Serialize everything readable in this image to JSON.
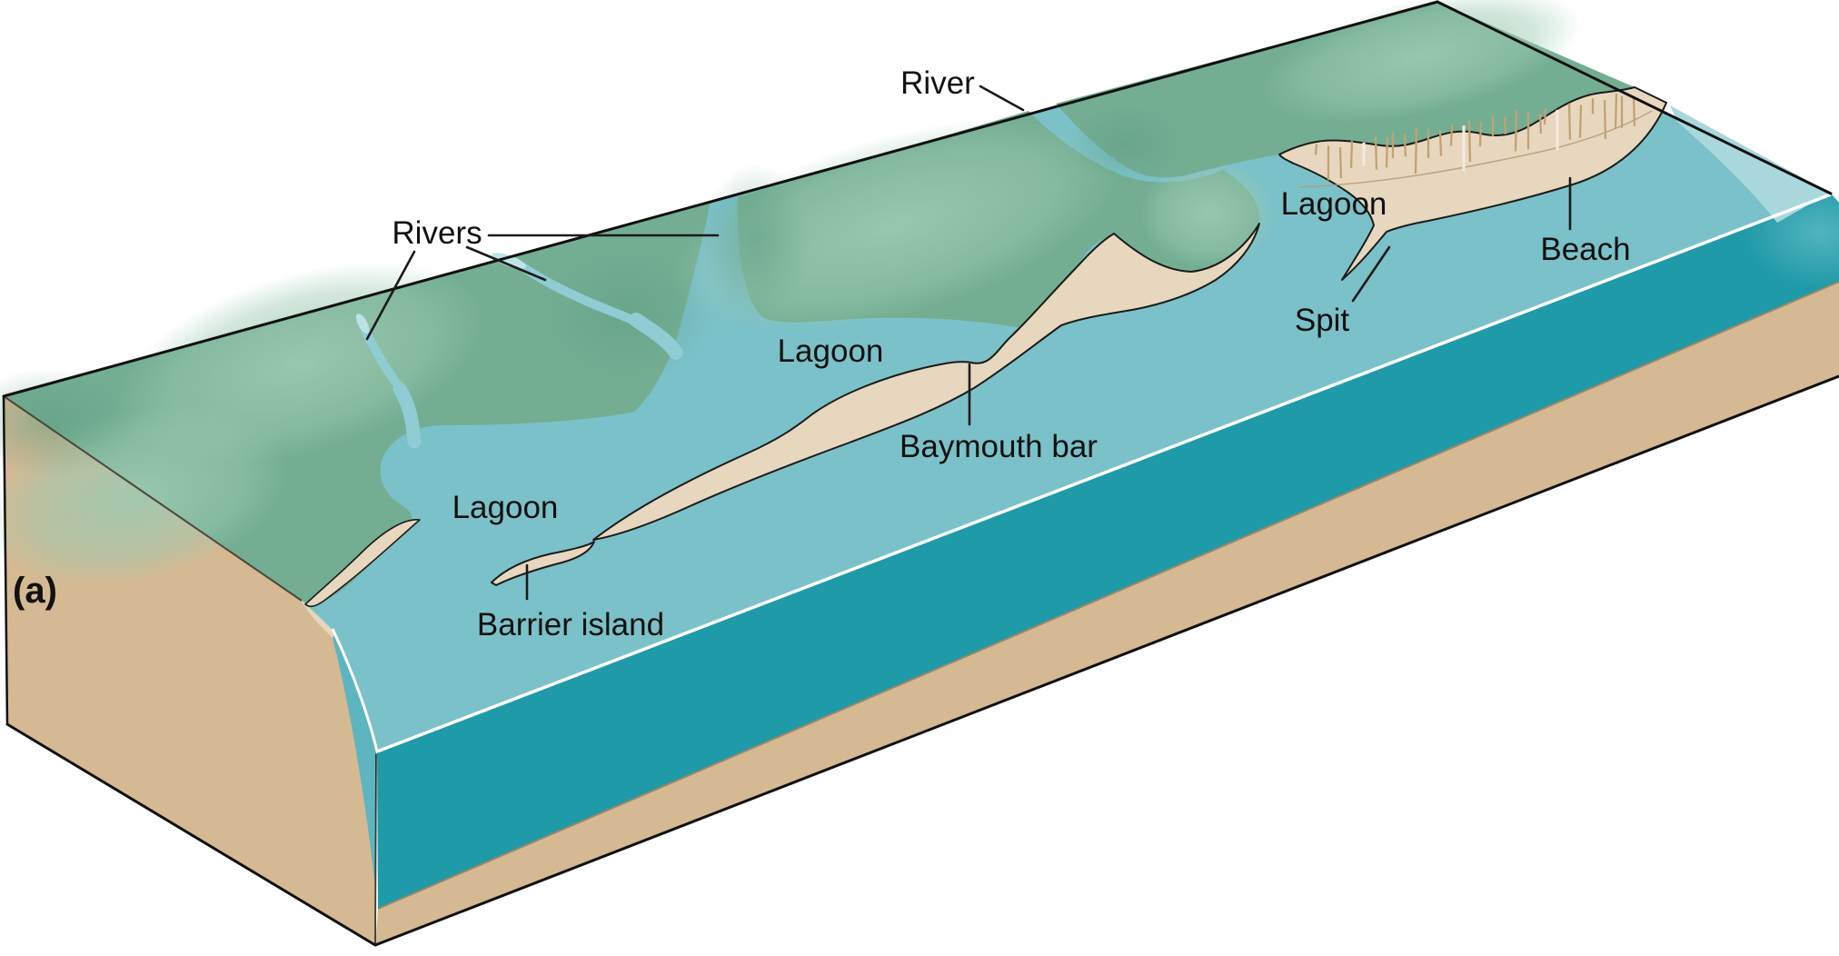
{
  "figure": {
    "panel_label": "(a)",
    "kind": "coastal depositional landforms block diagram",
    "labels": {
      "rivers": "Rivers",
      "river": "River",
      "lagoon_west": "Lagoon",
      "lagoon_central": "Lagoon",
      "lagoon_east": "Lagoon",
      "baymouth_bar": "Baymouth bar",
      "barrier_island": "Barrier island",
      "spit": "Spit",
      "beach": "Beach"
    },
    "colors": {
      "sea": "#7BC1C9",
      "river": "#8FCCD3",
      "shallow_highlight": "#A9D8DC",
      "deep_water_face": "#1F9AA8",
      "deep_water_highlight": "#55B5BE",
      "land": "#73AE93",
      "land_highlight": "#9CCAB1",
      "land_shadow": "#5F9F85",
      "sand": "#E7D7BE",
      "block_tan": "#D4B992",
      "outline": "#1B1B1B"
    }
  }
}
